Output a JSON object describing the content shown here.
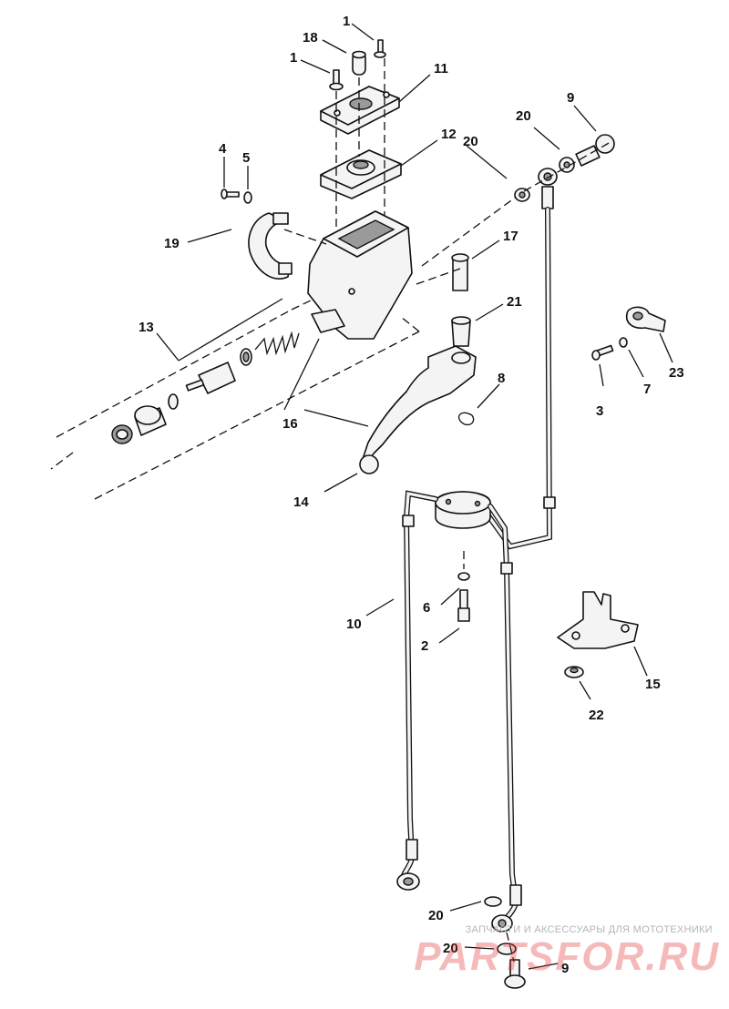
{
  "callouts": {
    "c1a": "1",
    "c1b": "1",
    "c18": "18",
    "c11": "11",
    "c12": "12",
    "c4": "4",
    "c5": "5",
    "c19": "19",
    "c13": "13",
    "c16": "16",
    "c14": "14",
    "c17": "17",
    "c21": "21",
    "c8": "8",
    "c20a": "20",
    "c20b": "20",
    "c9a": "9",
    "c3": "3",
    "c7": "7",
    "c23": "23",
    "c10": "10",
    "c6": "6",
    "c2": "2",
    "c15": "15",
    "c22": "22",
    "c20c": "20",
    "c20d": "20",
    "c9b": "9"
  },
  "watermark": {
    "tagline": "ЗАПЧАСТИ И АКСЕССУАРЫ ДЛЯ МОТОТЕХНИКИ",
    "logo": "PARTSFOR.RU"
  },
  "colors": {
    "line": "#111111",
    "fill": "#f4f4f4",
    "shade": "#9a9a9a",
    "watermark": "#e03737"
  }
}
